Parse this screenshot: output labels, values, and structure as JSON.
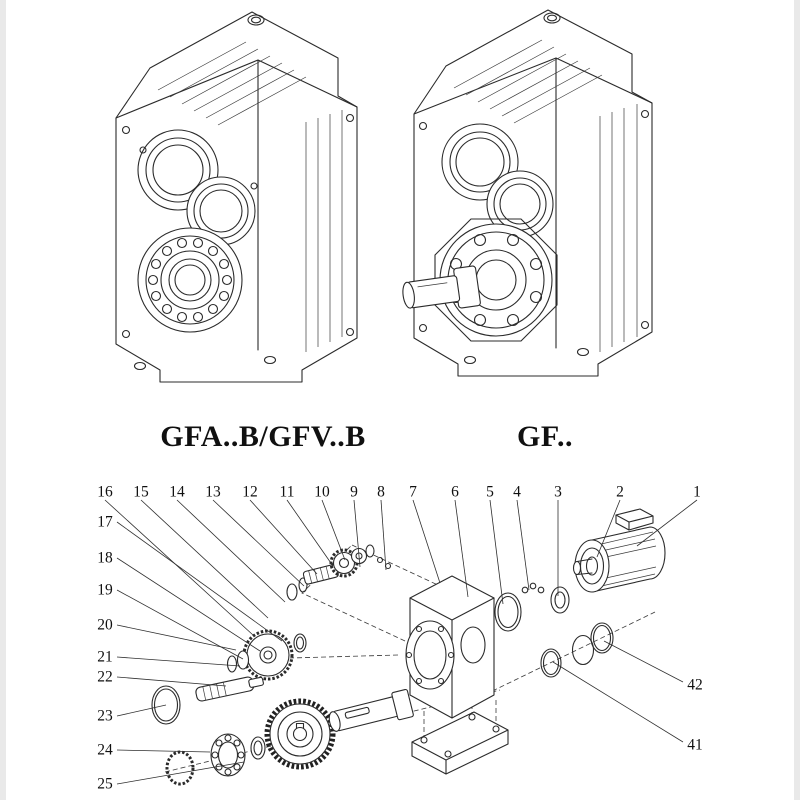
{
  "models": {
    "left_label": "GFA..B/GFV..B",
    "right_label": "GF.."
  },
  "exploded_view": {
    "top_callouts": [
      "16",
      "15",
      "14",
      "13",
      "12",
      "11",
      "10",
      "9",
      "8",
      "7",
      "6",
      "5",
      "4",
      "3",
      "2",
      "1"
    ],
    "left_callouts": [
      "17",
      "18",
      "19",
      "20",
      "21",
      "22",
      "23",
      "24",
      "25"
    ],
    "right_callouts": [
      "42",
      "41"
    ]
  },
  "colors": {
    "ink": "#2b2b2b",
    "paper": "#ffffff",
    "scan_edge": "#e9e9e9"
  }
}
